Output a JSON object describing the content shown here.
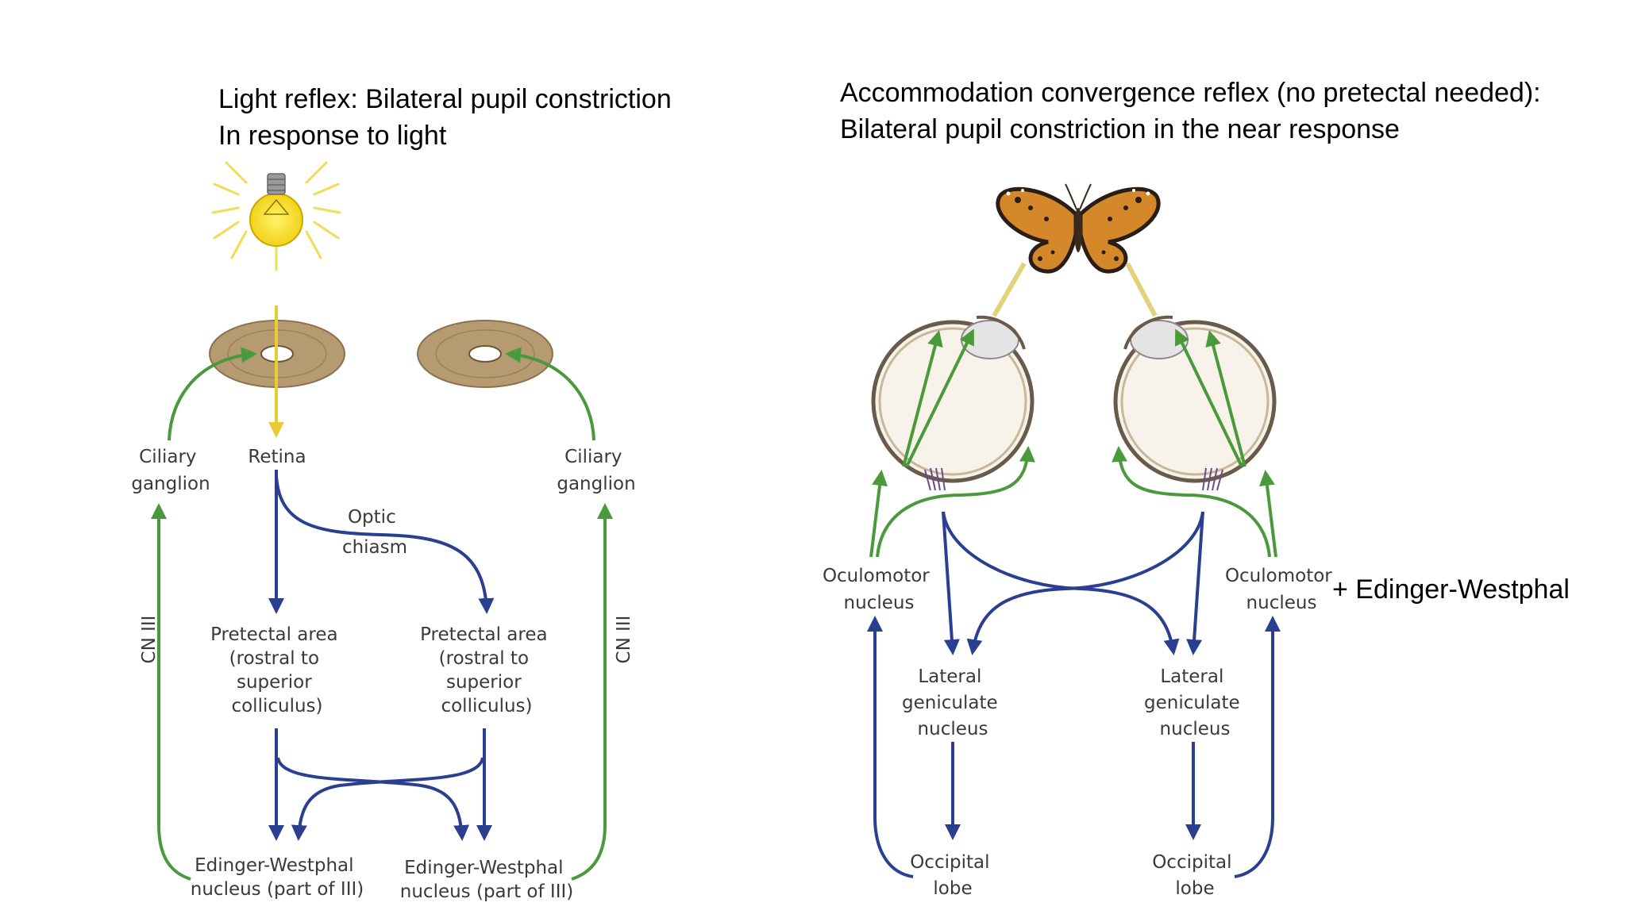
{
  "left": {
    "caption": [
      "Light reflex: Bilateral pupil constriction",
      "In response to light"
    ],
    "labels": {
      "ciliary_left": [
        "Ciliary",
        "ganglion"
      ],
      "retina": "Retina",
      "ciliary_right": [
        "Ciliary",
        "ganglion"
      ],
      "optic_chiasm": [
        "Optic",
        "chiasm"
      ],
      "cn_left": "CN III",
      "cn_right": "CN III",
      "pretectal_left": [
        "Pretectal area",
        "(rostral to",
        "superior",
        "colliculus)"
      ],
      "pretectal_right": [
        "Pretectal area",
        "(rostral to",
        "superior",
        "colliculus)"
      ],
      "ew_left": [
        "Edinger-Westphal",
        "nucleus (part of III)"
      ],
      "ew_right": [
        "Edinger-Westphal",
        "nucleus (part of III)"
      ]
    }
  },
  "right": {
    "caption": [
      "Accommodation convergence reflex (no pretectal needed):",
      "Bilateral pupil constriction in the near response"
    ],
    "note": "+ Edinger-Westphal",
    "labels": {
      "oculomotor_left": [
        "Oculomotor",
        "nucleus"
      ],
      "oculomotor_right": [
        "Oculomotor",
        "nucleus"
      ],
      "lgn_left": [
        "Lateral",
        "geniculate",
        "nucleus"
      ],
      "lgn_right": [
        "Lateral",
        "geniculate",
        "nucleus"
      ],
      "occipital_left": [
        "Occipital",
        "lobe"
      ],
      "occipital_right": [
        "Occipital",
        "lobe"
      ]
    }
  },
  "colors": {
    "efferent_green": "#4a9a3c",
    "afferent_blue": "#2a3f8f",
    "light_yellow": "#e9cc33",
    "iris_tan": "#b69a72"
  }
}
